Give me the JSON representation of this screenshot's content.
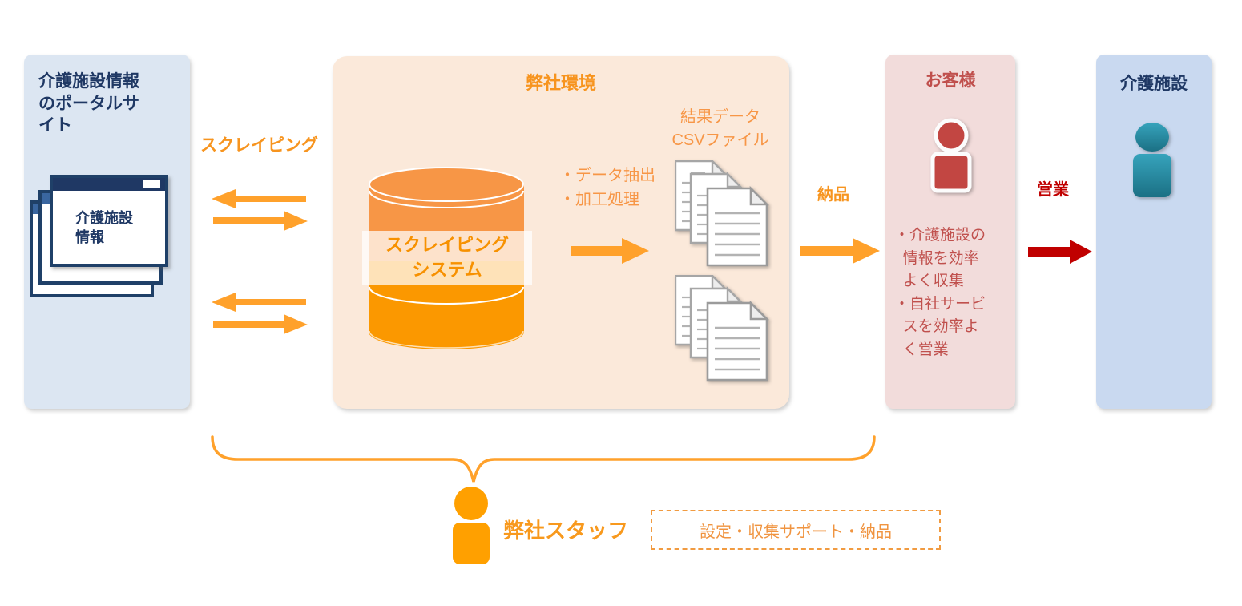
{
  "diagram": {
    "type": "process-flow",
    "language": "ja"
  },
  "colors": {
    "accent_orange": "#FFA12B",
    "soft_orange": "#F79646",
    "deep_orange": "#FB9800",
    "navy": "#1F3864",
    "sales_red": "#C00000",
    "customer_red": "#C0504D",
    "teal": "#2C93AC",
    "panel_portal_bg": "#DCE6F2",
    "panel_env_bg": "#FBE9DA",
    "panel_customer_bg": "#F2DCDB",
    "panel_facility_bg": "#C9D9F0"
  },
  "portal_panel": {
    "title": "介護施設情報\nのポータルサ\nイト",
    "window_label": "介護施設\n情報"
  },
  "scraping_label": "スクレイピング",
  "env_panel": {
    "title": "弊社環境",
    "cylinder_label": "スクレイピング\nシステム",
    "process_bullets": "・データ抽出\n・加工処理",
    "result_label": "結果データ\nCSVファイル"
  },
  "delivery_label": "納品",
  "customer_panel": {
    "title": "お客様",
    "bullets": "・介護施設の\n  情報を効率\n  よく収集\n・自社サービ\n  スを効率よ\n  く営業"
  },
  "sales_label": "営業",
  "facility_panel": {
    "title": "介護施設"
  },
  "staff": {
    "label": "弊社スタッフ",
    "support_box": "設定・収集サポート・納品"
  },
  "icons": {
    "browser-windows-icon": "stacked browser windows",
    "database-icon": "orange database cylinder",
    "document-stack-icon": "stack of three CSV documents (x2)",
    "customer-person-icon": "red person silhouette",
    "facility-person-icon": "teal person silhouette",
    "staff-person-icon": "orange person silhouette",
    "double-arrow-icon": "orange bidirectional arrows (x2)",
    "flow-arrow-icon": "orange right arrow",
    "delivery-arrow-icon": "orange right arrow",
    "sales-arrow-icon": "dark red right arrow",
    "brace-icon": "orange upward curly brace"
  }
}
